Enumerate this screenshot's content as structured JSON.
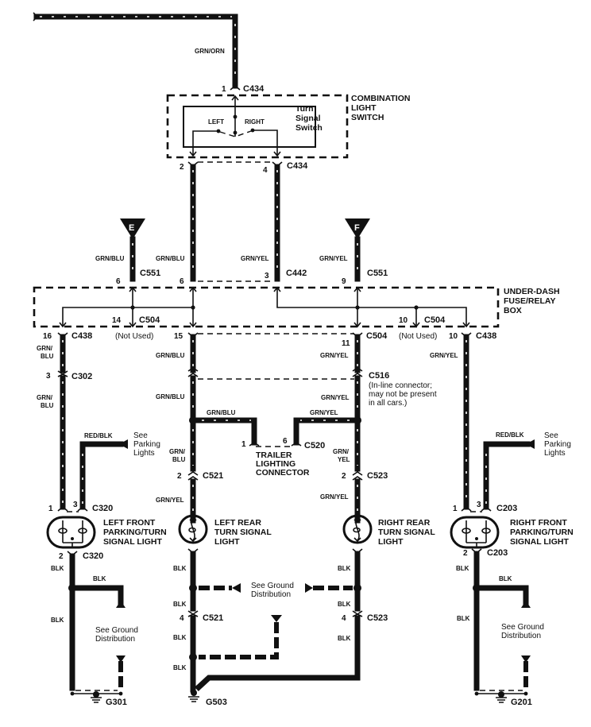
{
  "title": "Turn Signal Lights wiring diagram",
  "wires": {
    "top_feed": "GRN/ORN",
    "e_feed": "GRN/BLU",
    "switch_left_out": "GRN/BLU",
    "switch_right_out": "GRN/YEL",
    "f_feed": "GRN/YEL",
    "lf_upper": "GRN/BLU",
    "lf_lower": "GRN/BLU",
    "lf_park": "RED/BLK",
    "lr_upper": "GRN/BLU",
    "lr_mid": "GRN/BLU",
    "lr_trailer": "GRN/BLU",
    "lr_lower": "GRN/BLU",
    "lr_to_bulb": "GRN/YEL",
    "rr_upper": "GRN/YEL",
    "rr_mid": "GRN/YEL",
    "rr_trailer": "GRN/YEL",
    "rr_lower": "GRN/YEL",
    "rr_to_bulb": "GRN/YEL",
    "rf_main": "GRN/YEL",
    "rf_park": "RED/BLK",
    "ground": "BLK"
  },
  "components": {
    "combo_switch": "COMBINATION LIGHT SWITCH",
    "turn_switch": "Turn Signal Switch",
    "left": "LEFT",
    "right": "RIGHT",
    "fuse_box": "UNDER-DASH FUSE/RELAY BOX",
    "trailer": "TRAILER LIGHTING CONNECTOR",
    "lf_light": "LEFT FRONT PARKING/TURN SIGNAL LIGHT",
    "lr_light": "LEFT REAR TURN SIGNAL LIGHT",
    "rr_light": "RIGHT REAR TURN SIGNAL LIGHT",
    "rf_light": "RIGHT FRONT PARKING/TURN SIGNAL LIGHT"
  },
  "markers": {
    "e": "E",
    "f": "F"
  },
  "connectors": {
    "c434": "C434",
    "c551": "C551",
    "c442": "C442",
    "c504": "C504",
    "c438": "C438",
    "c302": "C302",
    "c516": "C516",
    "c520": "C520",
    "c521": "C521",
    "c523": "C523",
    "c320": "C320",
    "c203": "C203"
  },
  "pins": {
    "c434_1": "1",
    "c434_2": "2",
    "c434_4": "4",
    "c551_6": "6",
    "c442_6": "6",
    "c442_3": "3",
    "c551_9": "9",
    "c504_14": "14",
    "c504_10": "10",
    "c438_16": "16",
    "c504_15": "15",
    "c504_11": "11",
    "c438_10": "10",
    "c302_3": "3",
    "c520_1": "1",
    "c520_6": "6",
    "c521_2": "2",
    "c523_2": "2",
    "c320_1": "1",
    "c320_3": "3",
    "c320_2": "2",
    "c203_1": "1",
    "c203_3": "3",
    "c203_2": "2",
    "c521_4": "4",
    "c523_4": "4"
  },
  "notes": {
    "not_used": "(Not Used)",
    "c516_note_1": "(In-line connector;",
    "c516_note_2": "may not be present",
    "c516_note_3": "in all cars.)",
    "see": "See",
    "parking": "Parking",
    "lights": "Lights",
    "see_ground": "See Ground",
    "distribution": "Distribution"
  },
  "grounds": {
    "g301": "G301",
    "g503": "G503",
    "g201": "G201"
  }
}
